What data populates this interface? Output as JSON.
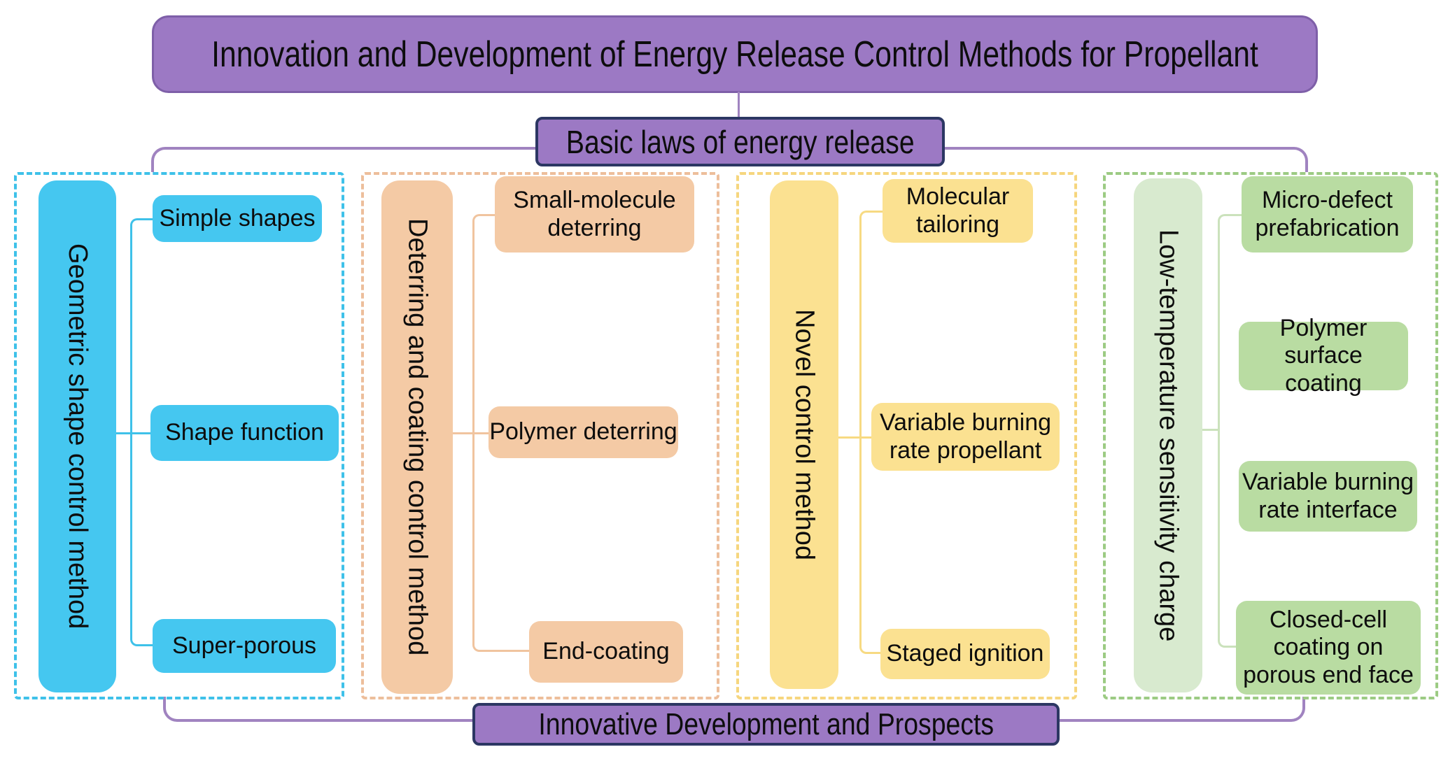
{
  "title": "Innovation and Development of Energy Release Control Methods for Propellant",
  "top_node": "Basic laws of energy release",
  "bottom_node": "Innovative Development and Prospects",
  "columns": [
    {
      "header": "Geometric shape control method",
      "items": [
        "Simple shapes",
        "Shape function",
        "Super-porous"
      ]
    },
    {
      "header": "Deterring and coating control method",
      "items": [
        "Small-molecule\ndeterring",
        "Polymer deterring",
        "End-coating"
      ]
    },
    {
      "header": "Novel control method",
      "items": [
        "Molecular\ntailoring",
        "Variable burning\nrate propellant",
        "Staged ignition"
      ]
    },
    {
      "header": "Low-temperature sensitivity charge",
      "items": [
        "Micro-defect\nprefabrication",
        "Polymer surface\ncoating",
        "Variable burning\nrate interface",
        "Closed-cell\ncoating on\nporous end face"
      ]
    }
  ],
  "colors": {
    "purple_fill": "#9C79C4",
    "purple_node_border": "#2C3763",
    "title_border": "#7E5FA8",
    "bracket_line": "#A083C0",
    "col1_fill": "#45C7F0",
    "col1_dash": "#3EC1E9",
    "col2_fill": "#F4CAA5",
    "col2_dash": "#EDBE9B",
    "col3_fill": "#FBE191",
    "col3_dash": "#F6D67E",
    "col4_header_fill": "#D8EACF",
    "col4_item_fill": "#B9DCA2",
    "col4_dash": "#9CCB83",
    "text": "#0d0d0d",
    "background": "#ffffff"
  }
}
